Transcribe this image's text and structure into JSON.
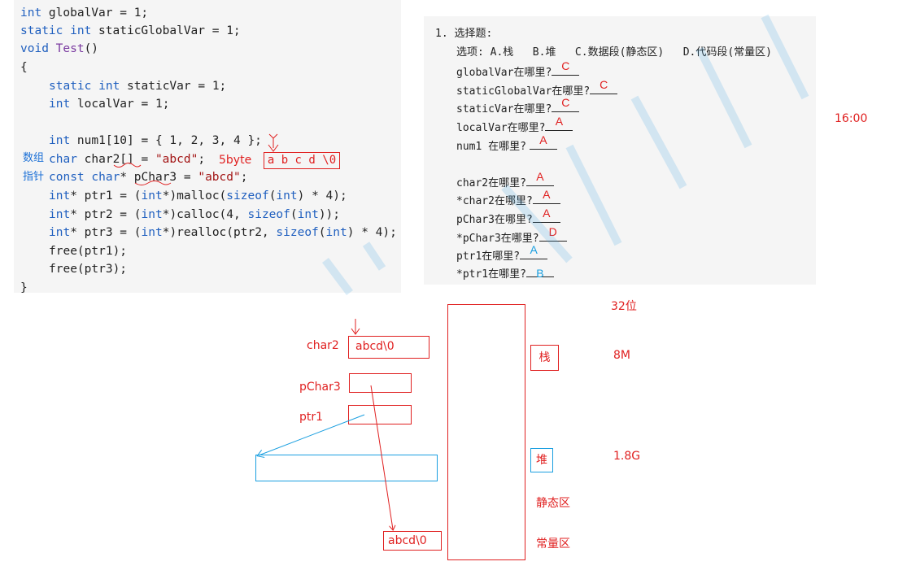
{
  "code": {
    "l1": [
      "int",
      " globalVar = 1;"
    ],
    "l2": [
      "static",
      " ",
      "int",
      " staticGlobalVar = 1;"
    ],
    "l3": [
      "void",
      " ",
      "Test",
      "()"
    ],
    "l4": "{",
    "l5": [
      "static",
      " ",
      "int",
      " staticVar = 1;"
    ],
    "l6": [
      "int",
      " localVar = 1;"
    ],
    "l7": [
      "int",
      " num1[10] = { 1, 2, 3, 4 };"
    ],
    "l8": [
      "char",
      " char2[] = ",
      "\"abcd\"",
      ";"
    ],
    "l9": [
      "const",
      " ",
      "char",
      "* pChar3 = ",
      "\"abcd\"",
      ";"
    ],
    "l10": [
      "int",
      "* ptr1 = (",
      "int",
      "*)malloc(",
      "sizeof",
      "(",
      "int",
      ") * 4);"
    ],
    "l11": [
      "int",
      "* ptr2 = (",
      "int",
      "*)calloc(4, ",
      "sizeof",
      "(",
      "int",
      "));"
    ],
    "l12": [
      "int",
      "* ptr3 = (",
      "int",
      "*)realloc(ptr2, ",
      "sizeof",
      "(",
      "int",
      ") * 4);"
    ],
    "l13": "free(ptr1);",
    "l14": "free(ptr3);",
    "l15": "}",
    "anno_array": "数组",
    "anno_pointer": "指针",
    "anno_5byte": "5byte",
    "anno_chars": "a b c  d \\0"
  },
  "quiz": {
    "title": "1. 选择题:",
    "options": "选项: A.栈   B.堆   C.数据段(静态区)   D.代码段(常量区)",
    "items": [
      {
        "q": "globalVar在哪里?",
        "a": "C"
      },
      {
        "q": "staticGlobalVar在哪里?",
        "a": "C"
      },
      {
        "q": "staticVar在哪里?",
        "a": "C"
      },
      {
        "q": "localVar在哪里?",
        "a": "A"
      },
      {
        "q": "num1 在哪里?",
        "a": "A"
      },
      {
        "q": "char2在哪里?",
        "a": "A"
      },
      {
        "q": "*char2在哪里?",
        "a": "A"
      },
      {
        "q": "pChar3在哪里?",
        "a": "A"
      },
      {
        "q": "*pChar3在哪里?",
        "a": "D"
      },
      {
        "q": "ptr1在哪里?",
        "a": "A"
      },
      {
        "q": "*ptr1在哪里?",
        "a": "B"
      }
    ]
  },
  "time": "16:00",
  "diagram": {
    "char2_label": "char2",
    "char2_value": "abcd\\0",
    "pchar3_label": "pChar3",
    "ptr1_label": "ptr1",
    "const_value": "abcd\\0",
    "bits": "32位",
    "stack": "栈",
    "stack_size": "8M",
    "heap": "堆",
    "heap_size": "1.8G",
    "static_area": "静态区",
    "const_area": "常量区"
  },
  "colors": {
    "red": "#e02020",
    "blue": "#1a9fe0",
    "keyword": "#1f5fbf"
  }
}
